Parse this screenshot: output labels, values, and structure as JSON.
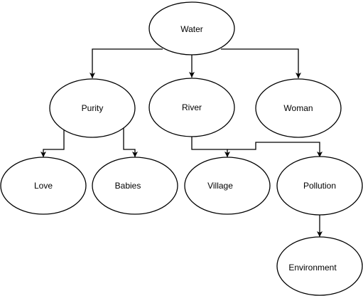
{
  "diagram": {
    "nodes": [
      {
        "id": "water",
        "label": "Water"
      },
      {
        "id": "purity",
        "label": "Purity"
      },
      {
        "id": "river",
        "label": "River"
      },
      {
        "id": "woman",
        "label": "Woman"
      },
      {
        "id": "love",
        "label": "Love"
      },
      {
        "id": "babies",
        "label": "Babies"
      },
      {
        "id": "village",
        "label": "Village"
      },
      {
        "id": "pollution",
        "label": "Pollution"
      },
      {
        "id": "environment",
        "label": "Environment"
      }
    ],
    "edges": [
      {
        "from": "water",
        "to": "purity"
      },
      {
        "from": "water",
        "to": "river"
      },
      {
        "from": "water",
        "to": "woman"
      },
      {
        "from": "purity",
        "to": "love"
      },
      {
        "from": "purity",
        "to": "babies"
      },
      {
        "from": "river",
        "to": "village"
      },
      {
        "from": "river",
        "to": "pollution"
      },
      {
        "from": "pollution",
        "to": "environment"
      }
    ],
    "colors": {
      "stroke": "#000000",
      "fill": "#ffffff"
    }
  }
}
